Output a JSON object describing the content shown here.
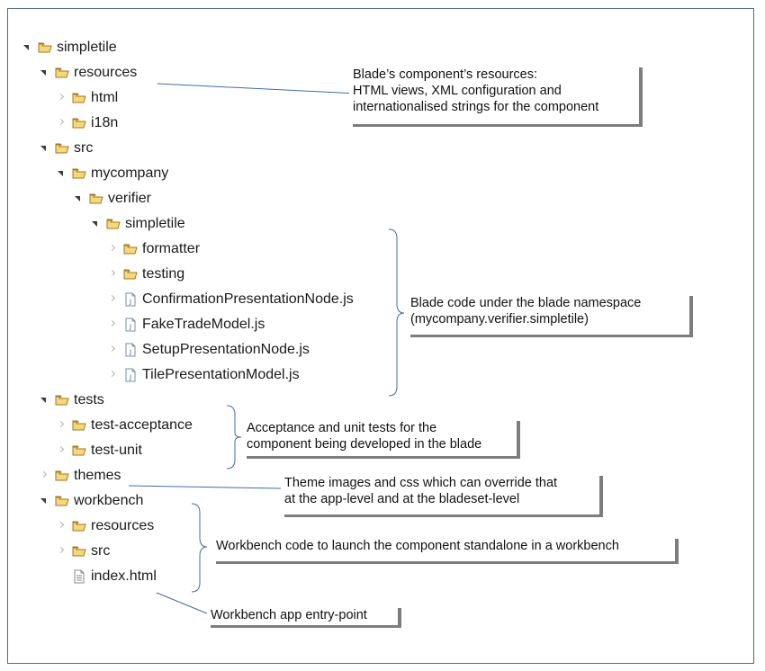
{
  "tree": [
    {
      "label": "simpletile",
      "type": "folder",
      "state": "open"
    },
    {
      "label": "resources",
      "type": "folder",
      "state": "open"
    },
    {
      "label": "html",
      "type": "folder",
      "state": "closed"
    },
    {
      "label": "i18n",
      "type": "folder",
      "state": "closed"
    },
    {
      "label": "src",
      "type": "folder",
      "state": "open"
    },
    {
      "label": "mycompany",
      "type": "folder",
      "state": "open"
    },
    {
      "label": "verifier",
      "type": "folder",
      "state": "open"
    },
    {
      "label": "simpletile",
      "type": "folder",
      "state": "open"
    },
    {
      "label": "formatter",
      "type": "folder",
      "state": "closed"
    },
    {
      "label": "testing",
      "type": "folder",
      "state": "closed"
    },
    {
      "label": "ConfirmationPresentationNode.js",
      "type": "js-file",
      "state": "closed"
    },
    {
      "label": "FakeTradeModel.js",
      "type": "js-file",
      "state": "closed"
    },
    {
      "label": "SetupPresentationNode.js",
      "type": "js-file",
      "state": "closed"
    },
    {
      "label": "TilePresentationModel.js",
      "type": "js-file",
      "state": "closed"
    },
    {
      "label": "tests",
      "type": "folder",
      "state": "open"
    },
    {
      "label": "test-acceptance",
      "type": "folder",
      "state": "closed"
    },
    {
      "label": "test-unit",
      "type": "folder",
      "state": "closed"
    },
    {
      "label": "themes",
      "type": "folder",
      "state": "closed"
    },
    {
      "label": "workbench",
      "type": "folder",
      "state": "open"
    },
    {
      "label": "resources",
      "type": "folder",
      "state": "closed"
    },
    {
      "label": "src",
      "type": "folder",
      "state": "closed"
    },
    {
      "label": "index.html",
      "type": "html-file",
      "state": "none"
    }
  ],
  "notes": {
    "resources": [
      "Blade’s component’s resources:",
      "HTML views, XML configuration and",
      "internationalised strings for the component"
    ],
    "code": [
      "Blade code under the blade namespace",
      "(mycompany.verifier.simpletile)"
    ],
    "tests": [
      "Acceptance and unit tests for the",
      "component being developed in the blade"
    ],
    "themes": [
      "Theme images and css which can override that",
      "at the app-level and at the bladeset-level"
    ],
    "workbench": [
      "Workbench code to launch the component standalone in a workbench"
    ],
    "entry": [
      "Workbench app entry-point"
    ]
  },
  "colors": {
    "folder": "#e8b84a",
    "frame": "#4a6d93",
    "connector": "#3d6da6",
    "shadow": "#7d7d7d"
  }
}
